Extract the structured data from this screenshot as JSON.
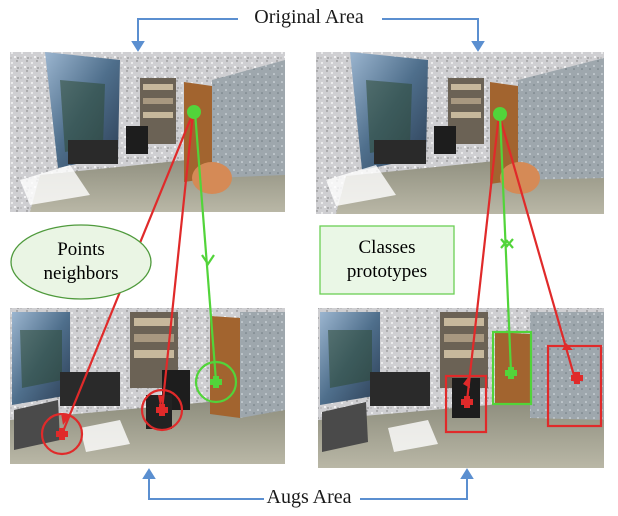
{
  "labels": {
    "original_area": "Original Area",
    "augs_area": "Augs Area",
    "points_neighbors_line1": "Points",
    "points_neighbors_line2": "neighbors",
    "classes_prototypes_line1": "Classes",
    "classes_prototypes_line2": "prototypes"
  },
  "panels": {
    "top_left": "original-scene-left",
    "top_right": "original-scene-right",
    "bottom_left": "augmented-scene-left",
    "bottom_right": "augmented-scene-right"
  },
  "colors": {
    "arrow_blue": "#5b8fd0",
    "point_red": "#e02a2a",
    "point_green": "#52d43a",
    "box_fill_green": "#eaf7e6",
    "ellipse_fill": "#eaf5e4",
    "ellipse_stroke": "#4f9a3c"
  }
}
